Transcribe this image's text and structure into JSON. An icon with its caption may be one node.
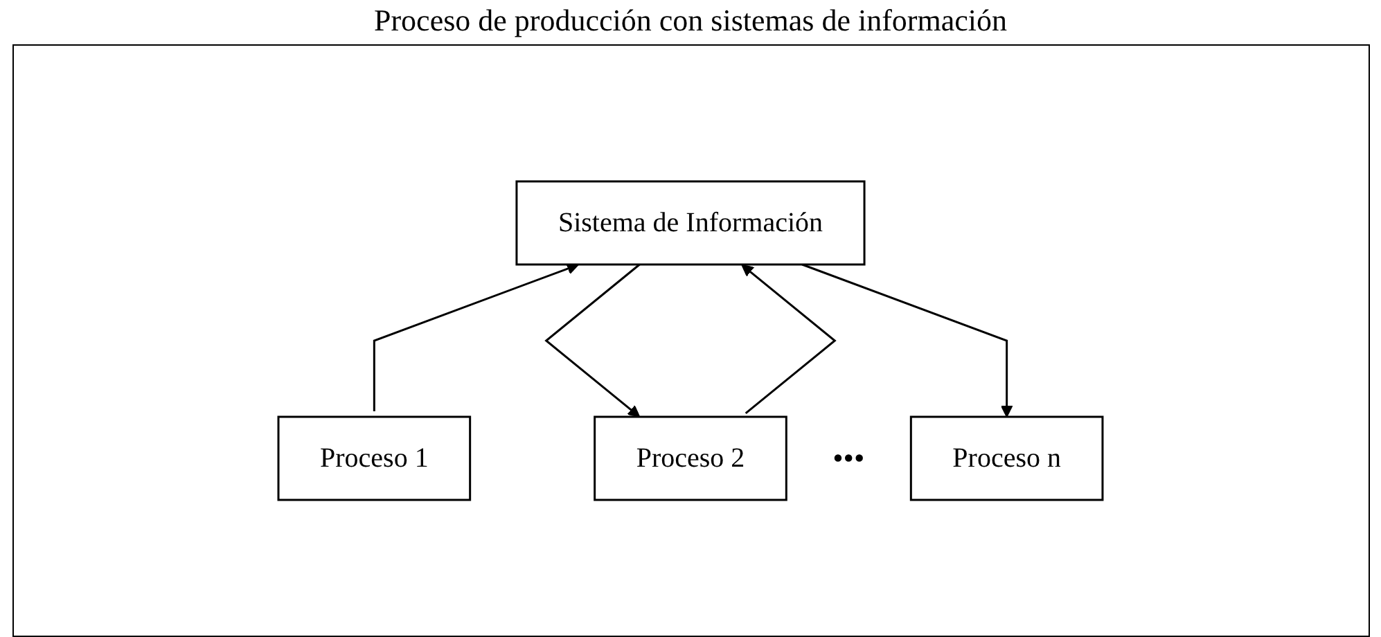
{
  "diagram": {
    "title": "Proceso de producción con sistemas de información",
    "nodes": [
      {
        "text": [
          "Sistema de Información"
        ]
      },
      {
        "text": [
          "Proceso 1"
        ]
      },
      {
        "text": [
          "Proceso 2"
        ]
      },
      {
        "text": [
          "Proceso n"
        ]
      }
    ],
    "edges": [
      {
        "from": 1,
        "to": 0,
        "arrow": "to"
      },
      {
        "from": 0,
        "to": 2,
        "arrow": "to"
      },
      {
        "from": 2,
        "to": 0,
        "arrow": "to"
      },
      {
        "from": 0,
        "to": 3,
        "arrow": "to"
      }
    ],
    "labels": [
      "•••"
    ]
  }
}
